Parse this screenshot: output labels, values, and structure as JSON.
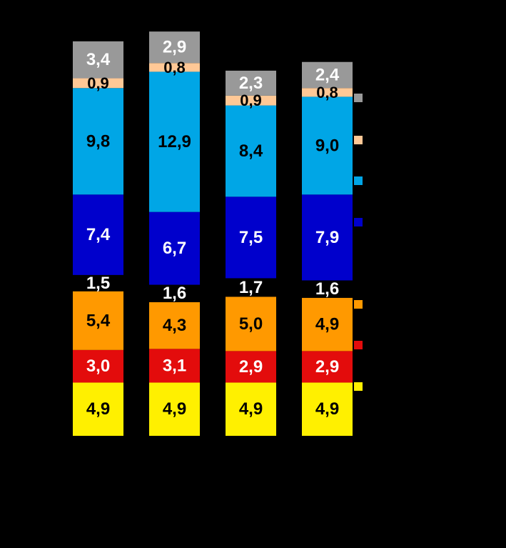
{
  "chart_data": {
    "type": "bar",
    "stacked": true,
    "title": "",
    "xlabel": "",
    "ylabel": "",
    "categories": [
      "",
      "",
      "",
      ""
    ],
    "ylim": [
      0,
      35.5
    ],
    "grid": false,
    "decimal_separator": ",",
    "background": "#000000",
    "series": [
      {
        "color": "#FFF000",
        "label_color": "#000000",
        "values": [
          4.9,
          4.9,
          4.9,
          4.9
        ]
      },
      {
        "color": "#E30C0C",
        "label_color": "#FFFFFF",
        "values": [
          3.0,
          3.1,
          2.9,
          2.9
        ]
      },
      {
        "color": "#FF9900",
        "label_color": "#000000",
        "values": [
          5.4,
          4.3,
          5.0,
          4.9
        ]
      },
      {
        "color": "#000000",
        "label_color": "#FFFFFF",
        "values": [
          1.5,
          1.6,
          1.7,
          1.6
        ]
      },
      {
        "color": "#0000CC",
        "label_color": "#FFFFFF",
        "values": [
          7.4,
          6.7,
          7.5,
          7.9
        ]
      },
      {
        "color": "#00A6E6",
        "label_color": "#000000",
        "values": [
          9.8,
          12.9,
          8.4,
          9.0
        ]
      },
      {
        "color": "#FFC896",
        "label_color": "#000000",
        "values": [
          0.9,
          0.8,
          0.9,
          0.8
        ]
      },
      {
        "color": "#999999",
        "label_color": "#FFFFFF",
        "values": [
          3.4,
          2.9,
          2.3,
          2.4
        ]
      }
    ],
    "legend": {
      "position": "right",
      "entries": [
        "",
        "",
        "",
        "",
        "",
        "",
        "",
        ""
      ]
    }
  }
}
